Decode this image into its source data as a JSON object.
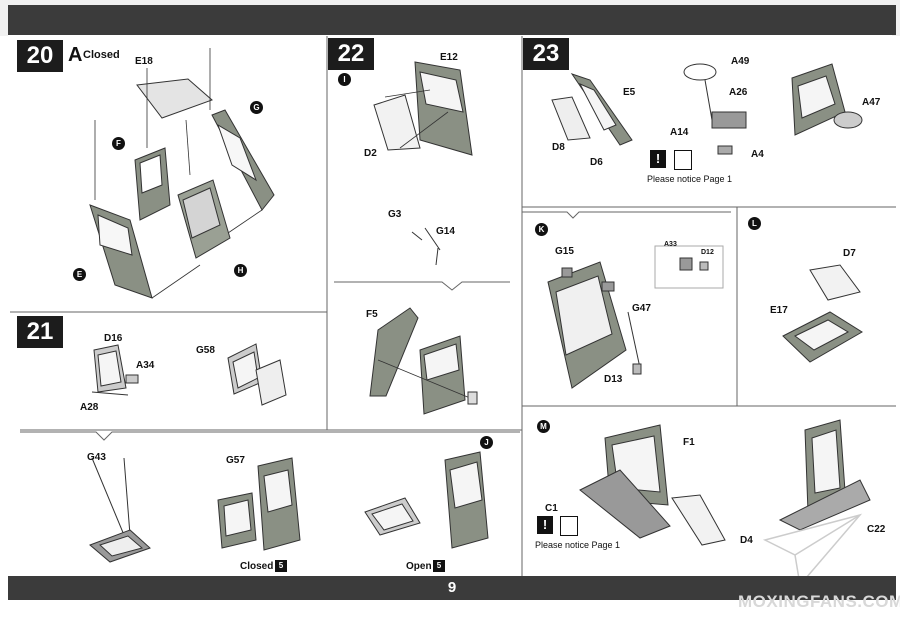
{
  "page_number": "9",
  "watermark": "MOXINGFANS.COM",
  "steps": {
    "s20": {
      "number": "20",
      "variant_letter": "A",
      "variant_text": "Closed"
    },
    "s21": {
      "number": "21"
    },
    "s22": {
      "number": "22"
    },
    "s23": {
      "number": "23"
    }
  },
  "bubbles": {
    "F": "F",
    "G": "G",
    "E": "E",
    "H": "H",
    "I": "I",
    "J": "J",
    "K": "K",
    "L": "L",
    "M": "M"
  },
  "labels": {
    "E18": "E18",
    "E12": "E12",
    "D2": "D2",
    "G3": "G3",
    "G14": "G14",
    "F5": "F5",
    "D16": "D16",
    "A34": "A34",
    "A28": "A28",
    "G58": "G58",
    "G43": "G43",
    "G57": "G57",
    "A49": "A49",
    "E5": "E5",
    "A26": "A26",
    "A14": "A14",
    "D8": "D8",
    "D6": "D6",
    "A4": "A4",
    "A47": "A47",
    "G15": "G15",
    "A33": "A33",
    "D12": "D12",
    "G47": "G47",
    "D13": "D13",
    "D7": "D7",
    "E17": "E17",
    "F1": "F1",
    "C1": "C1",
    "D4": "D4",
    "C22": "C22"
  },
  "notes": {
    "notice1": "Please notice Page 1",
    "notice2": "Please notice Page 1",
    "closed": "Closed",
    "open": "Open",
    "closed_mark": "5",
    "open_mark": "5",
    "warn_mark": "!"
  }
}
